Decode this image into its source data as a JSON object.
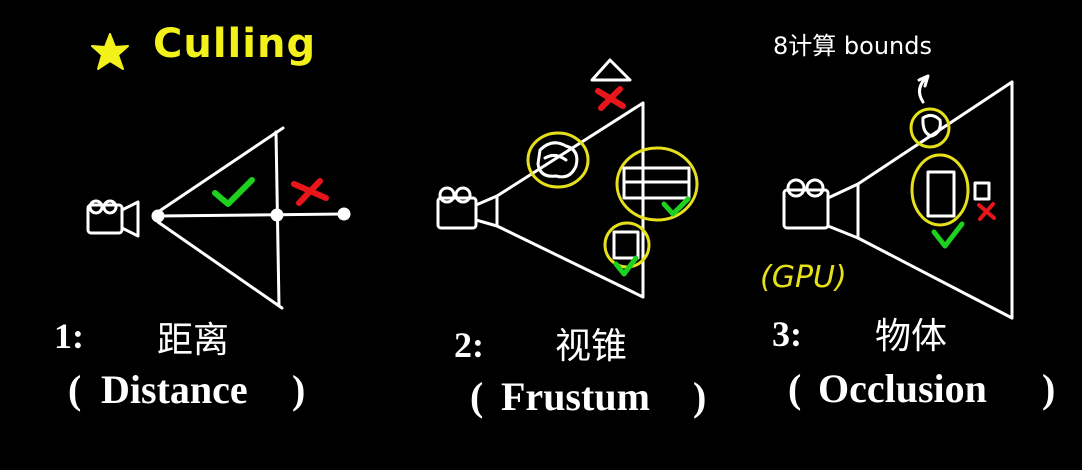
{
  "title": {
    "text": "Culling",
    "color": "#f2f21a",
    "star_icon": "star-icon"
  },
  "colors": {
    "ink": "#ffffff",
    "check": "#1fd11f",
    "cross": "#e8151b",
    "highlight": "#e6e01a",
    "background": "#000000"
  },
  "panels": [
    {
      "index": "1:",
      "cn": "距离",
      "en": "Distance",
      "open": "(",
      "close": ")"
    },
    {
      "index": "2:",
      "cn": "视锥",
      "en": "Frustum",
      "open": "(",
      "close": ")"
    },
    {
      "index": "3:",
      "cn": "物体",
      "en": "Occlusion",
      "open": "(",
      "close": ")"
    }
  ],
  "annotations": {
    "bounds": "8计算 bounds",
    "gpu": "(GPU)"
  },
  "icons": [
    "star-icon",
    "camera-icon",
    "check-icon",
    "cross-icon",
    "triangle-icon",
    "highlight-circle-icon",
    "box-icon",
    "arrow-icon"
  ]
}
